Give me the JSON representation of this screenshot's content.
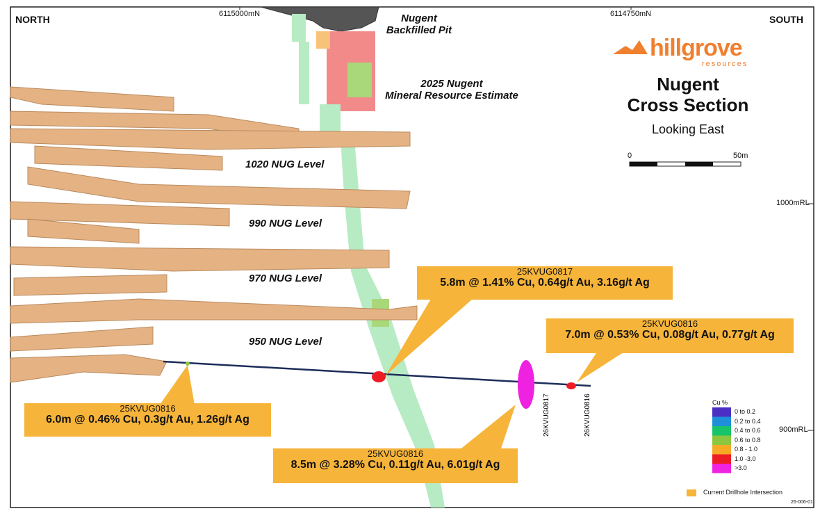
{
  "header": {
    "north": "NORTH",
    "south": "SOUTH",
    "coord_left": "6115000mN",
    "coord_right": "6114750mN"
  },
  "annotations": {
    "pit": "Nugent Backfilled Pit",
    "pit_l1": "Nugent",
    "pit_l2": "Backfilled Pit",
    "mre_l1": "2025 Nugent",
    "mre_l2": "Mineral Resource Estimate"
  },
  "logo": {
    "name": "hillgrove",
    "sub": "resources",
    "color": "#f07f2e"
  },
  "title": {
    "l1": "Nugent",
    "l2": "Cross Section",
    "sub": "Looking East"
  },
  "scale": {
    "start": "0",
    "end": "50m"
  },
  "levels": [
    "1020 NUG Level",
    "990 NUG Level",
    "970 NUG Level",
    "950 NUG Level"
  ],
  "rl": {
    "a": "1000mRL",
    "b": "900mRL"
  },
  "callouts": [
    {
      "hole": "25KVUG0817",
      "text": "5.8m @ 1.41% Cu, 0.64g/t Au, 3.16g/t Ag"
    },
    {
      "hole": "25KVUG0816",
      "text": "7.0m @ 0.53% Cu, 0.08g/t Au, 0.77g/t Ag"
    },
    {
      "hole": "25KVUG0816",
      "text": "6.0m @ 0.46% Cu, 0.3g/t Au, 1.26g/t Ag"
    },
    {
      "hole": "25KVUG0816",
      "text": "8.5m @ 3.28% Cu, 0.11g/t Au, 6.01g/t Ag"
    }
  ],
  "hole_labels": [
    "26KVUG0817",
    "26KVUG0816"
  ],
  "legend": {
    "title": "Cu %",
    "items": [
      {
        "label": "0 to 0.2",
        "color": "#4b2fc4"
      },
      {
        "label": "0.2 to 0.4",
        "color": "#1e8fd8"
      },
      {
        "label": "0.4 to 0.6",
        "color": "#17c46a"
      },
      {
        "label": "0.6 to 0.8",
        "color": "#8cc63f"
      },
      {
        "label": "0.8 - 1.0",
        "color": "#f7a825"
      },
      {
        "label": "1.0 -3.0",
        "color": "#ee1c25"
      },
      {
        "label": ">3.0",
        "color": "#ee22e0"
      }
    ],
    "intersection": "Current Drillhole Intersection",
    "intersection_color": "#f6b43a"
  },
  "ref": "26-006-01"
}
